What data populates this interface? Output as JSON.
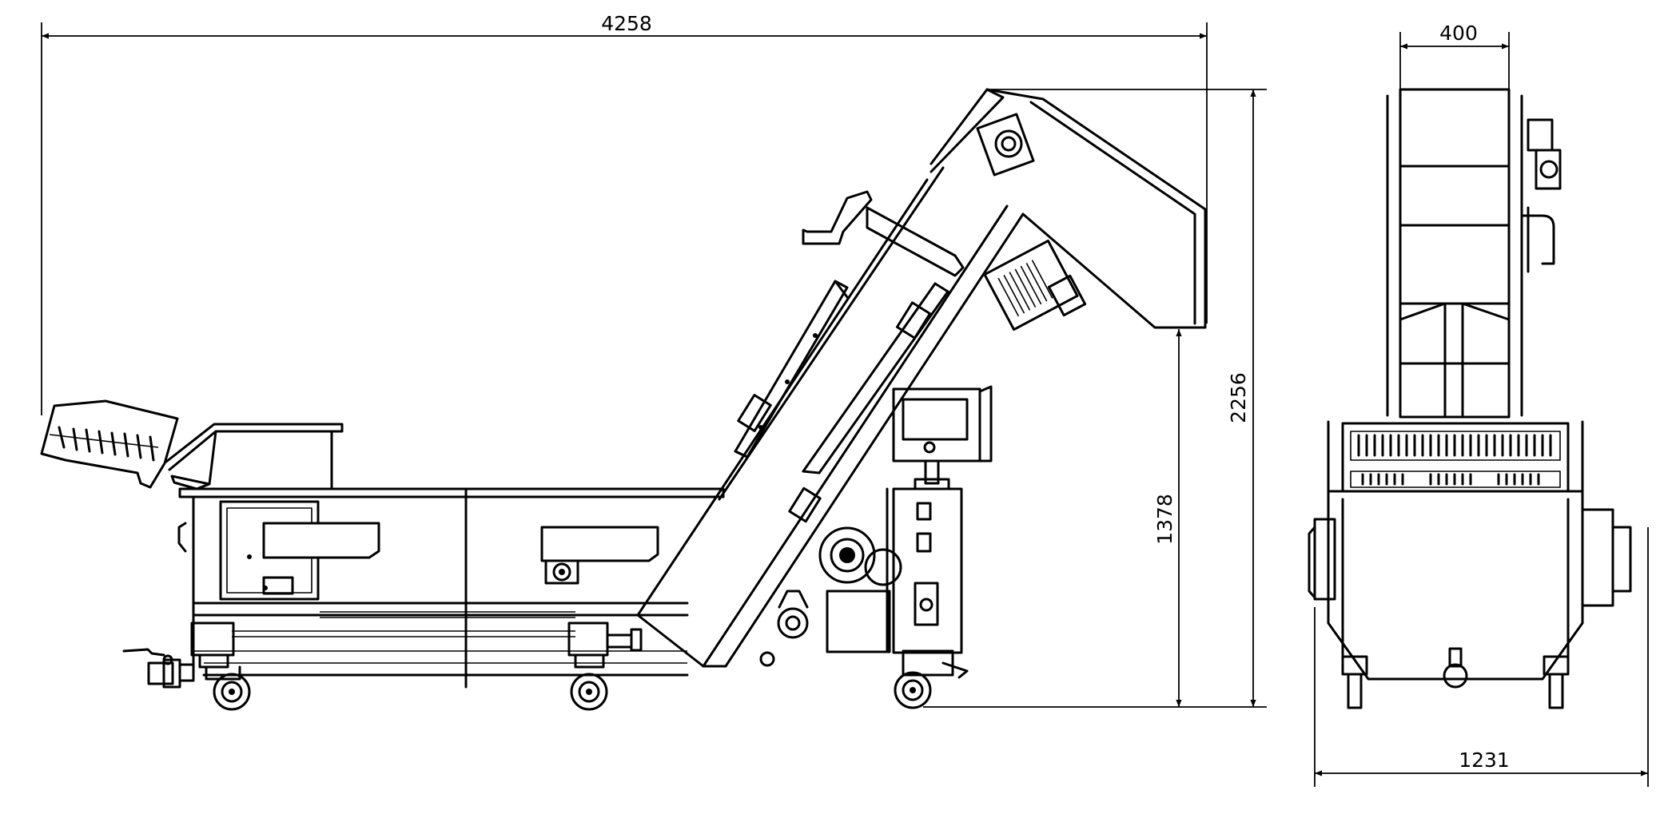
{
  "drawing": {
    "colors": {
      "line": "#000000",
      "background": "#ffffff"
    },
    "dimensions": {
      "overall_length": "4258",
      "overall_height": "2256",
      "discharge_height": "1378",
      "top_width": "400",
      "overall_width": "1231"
    }
  }
}
